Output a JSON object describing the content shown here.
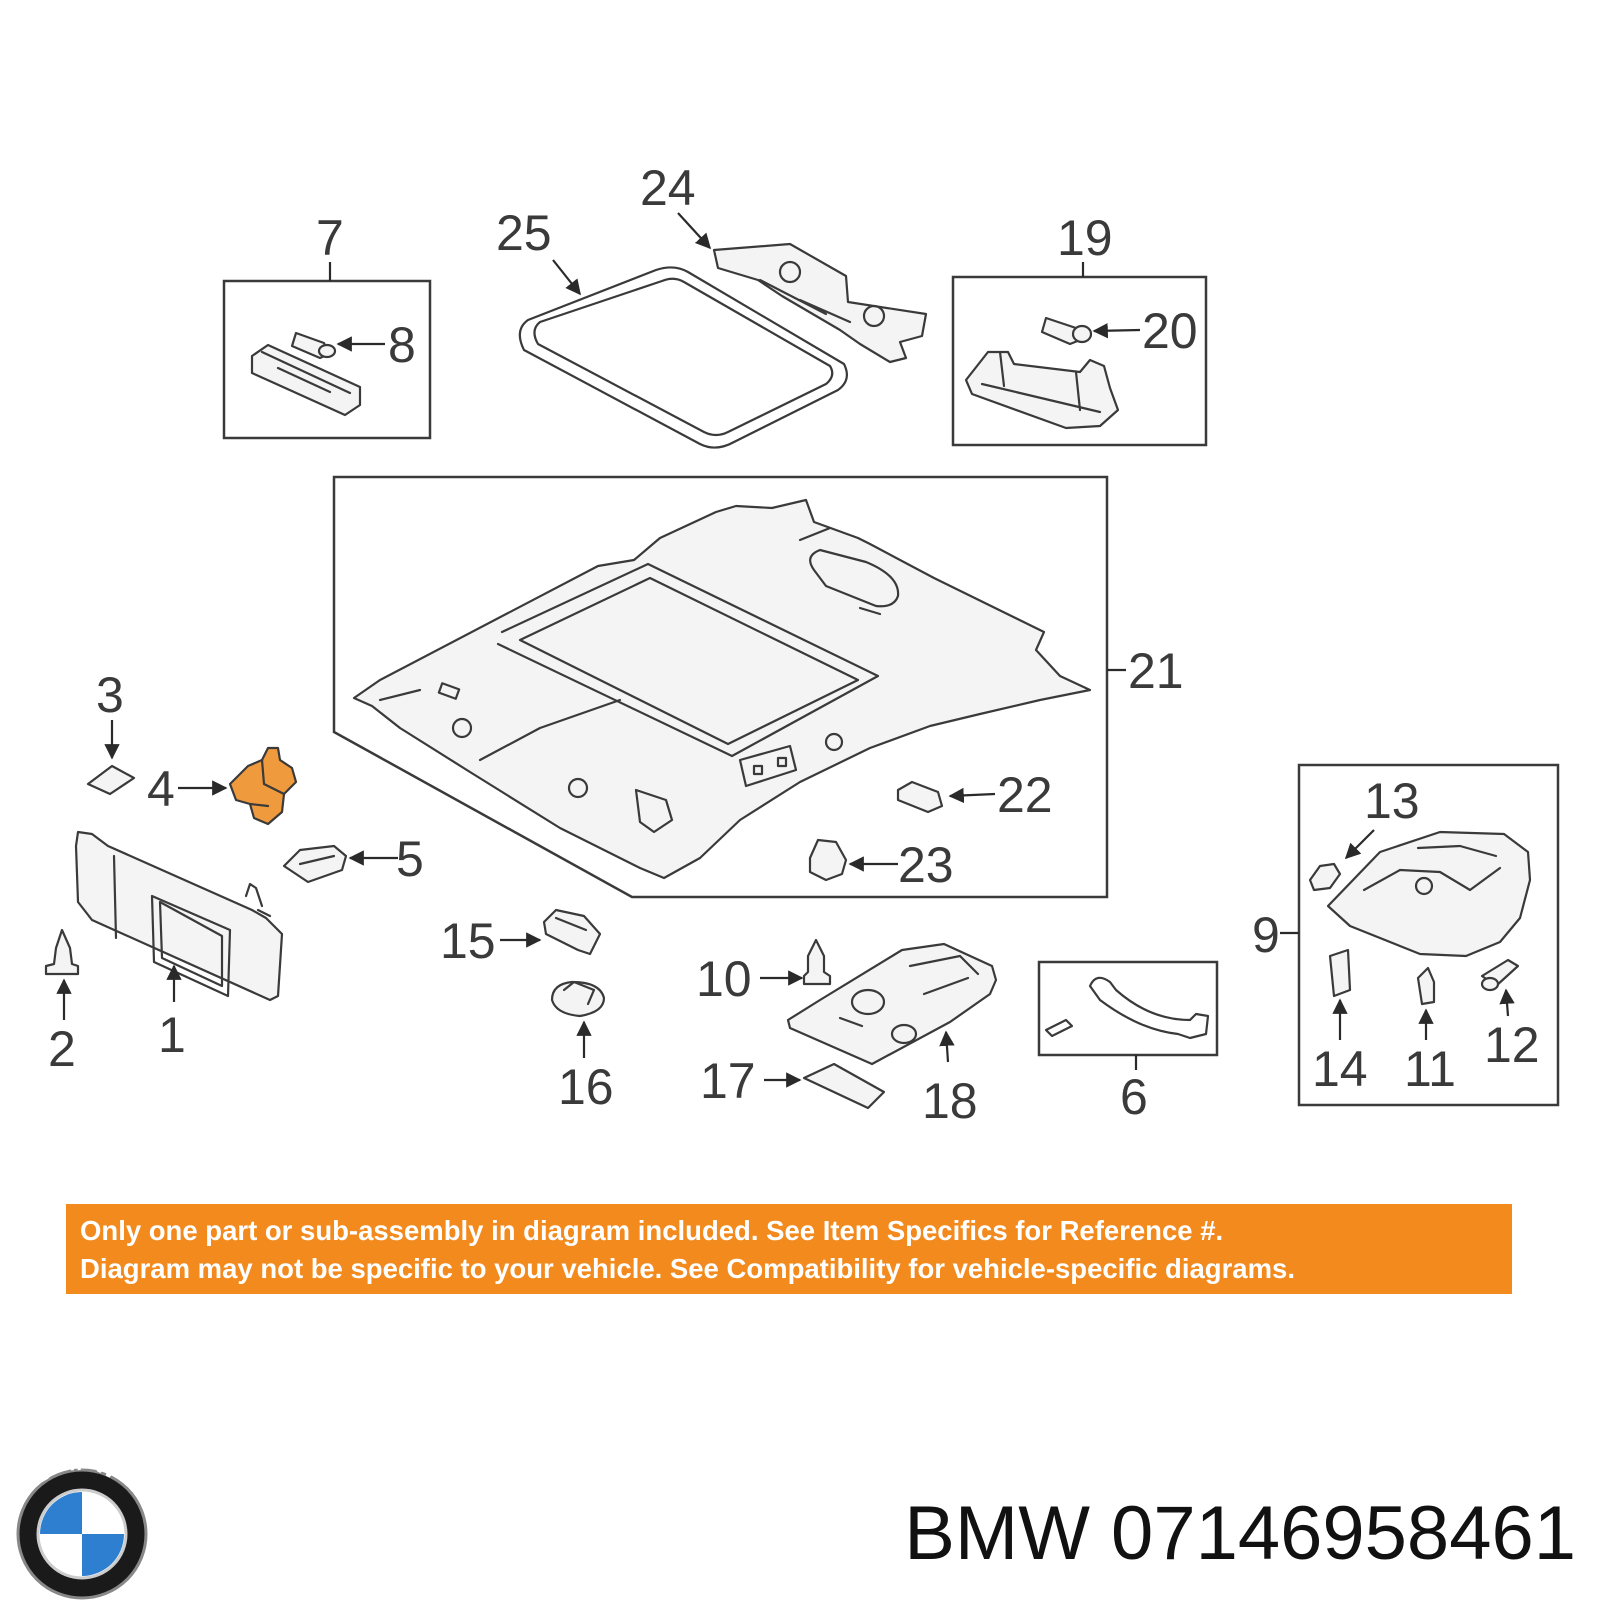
{
  "callouts": {
    "c1": "1",
    "c2": "2",
    "c3": "3",
    "c4": "4",
    "c5": "5",
    "c6": "6",
    "c7": "7",
    "c8": "8",
    "c9": "9",
    "c10": "10",
    "c11": "11",
    "c12": "12",
    "c13": "13",
    "c14": "14",
    "c15": "15",
    "c16": "16",
    "c17": "17",
    "c18": "18",
    "c19": "19",
    "c20": "20",
    "c21": "21",
    "c22": "22",
    "c23": "23",
    "c24": "24",
    "c25": "25"
  },
  "colors": {
    "highlight_part": "#f09a3e",
    "notice_background": "#f28a1e",
    "line": "#3a3a3a"
  },
  "notice": {
    "line1": "Only one part or sub-assembly in diagram included. See Item Specifics for Reference #.",
    "line2": "Diagram may not be specific to your vehicle. See Compatibility for vehicle-specific diagrams."
  },
  "footer": {
    "logo_letters": "BMW",
    "brand": "BMW",
    "part_number": "07146958461"
  }
}
